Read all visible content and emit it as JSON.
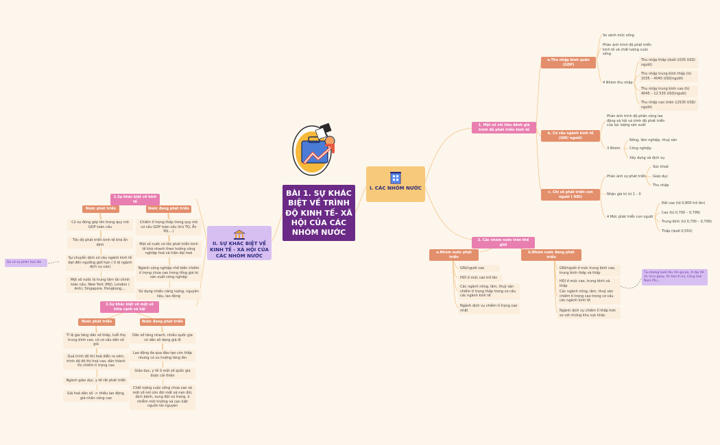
{
  "center": {
    "title": "BÀI 1. SỰ KHÁC BIỆT VỀ TRÌNH ĐỘ KINH TẾ- XÃ HỘI CỦA CÁC NHÓM NƯỚC"
  },
  "right": {
    "main": "I. CÁC NHÓM NƯỚC",
    "sec1": {
      "label": "1. Một số chỉ tiêu đánh giá trình độ phát triển kinh tế",
      "a": {
        "label": "a.Thu nhập bình quân (GDP)",
        "items": [
          "So sánh mức sống",
          "Phản ánh trình độ phát triển kinh tế và chất lượng cuộc sống"
        ],
        "group": "4 Nhóm thu nhập",
        "groups": [
          "Thu nhập thấp (dưới 1035 USD/ người)",
          "Thu nhập trung bình thấp (từ 1035 – 4045 USD/người)",
          "Thu nhập trung bình cao (từ 4045 – 12 535 USD/người)",
          "Thu nhập cao (trên 12535 USD/ người)"
        ]
      },
      "b": {
        "label": "b. Cơ cấu ngành kinh tế (GNI/ người)",
        "desc": "Phản ánh trình độ phân công lao động xã hội và trình độ phát triển của lực lượng sản xuất",
        "group": "3 Nhóm",
        "groups": [
          "Nông, lâm nghiệp, thuỷ sản",
          "Công nghiệp",
          "Xây dựng và dịch vụ"
        ]
      },
      "c": {
        "label": "c. Chỉ số phát triển con người ( HDI)",
        "reflect": "Phản ánh sự phát triển",
        "reflectItems": [
          "Sức khoẻ",
          "Giáo dục",
          "Thu nhập"
        ],
        "range": "Nhận giá trị từ 1 – 0",
        "group": "4 Mức phát triển con người",
        "groups": [
          "Rất cao (từ 0,800 trở lên)",
          "Cao (từ 0,700 – 0,799)",
          "Trung bình (từ 0,700 – 0,799)",
          "Thấp (dưới 0,550)"
        ]
      }
    },
    "sec2": {
      "label": "2. Các nhóm nước trên thế giới",
      "a": {
        "label": "a.Nhóm nước phát triển",
        "items": [
          "GNI/người cao",
          "HDI ở mức cao trở lên",
          "Các ngành nông, lâm, thuỷ sản chiếm tỉ trọng thấp trong cơ cấu các ngành kinh tế",
          "Ngành dịch vụ chiếm tỉ trọng cao nhất"
        ]
      },
      "b": {
        "label": "b.Nhóm nước đang phát triển",
        "items": [
          "GNI/người ở mức trung bình cao, trung bình thấp và thấp",
          "HDI ở mức cao, trung bình và thấp",
          "Các ngành nông, lâm, thuỷ sản chiếm tỉ trọng cao trong cơ cấu các ngành kinh tế",
          "Ngành dịch vụ chiếm tỉ thấp hơn so với những khu vực khác"
        ],
        "note": "Tiu đươug bươi tều Xin-ga-po, A-rập Xê-út, U-ru-goay, Ác-hen-ti-na, Cộng hoà Nam Phi,..."
      }
    }
  },
  "left": {
    "main": "II. SỰ KHÁC BIỆT VỀ KINH TẾ - XÃ HỘI CỦA CÁC NHÓM NƯỚC",
    "sec1": {
      "label": "1.Sự khác biệt về kinh tế",
      "dev": {
        "label": "Nước phát triển",
        "items": [
          "Có sự đóng góp lớn trong quy mô GDP toàn cầu",
          "Tốc độ phát triển kinh tế khá ổn định",
          "Sự chuyển dịch cơ cấu ngành kinh tế đạt đến ngưỡng giới hạn ( tỉ lệ ngành dịch vụ cao)",
          "Một số nước là trung tâm tài chính toàn cầu: New York (Mỹ), London ( Anh), Singapore, Hongkong,..."
        ],
        "note": "Do có sự phân hoá lớn"
      },
      "developing": {
        "label": "Nước đang phát triển",
        "items": [
          "Chiếm tỉ trọng thấp trong quy mô cơ cấu GDP toàn cầu (trừ TQ, Ấn Độ,...)",
          "Một số nước có tốc phát triển kinh tế khá nhanh theo hướng công nghiệp hoá và hiện đại hoá",
          "Ngành công nghiệp chế biến chiếm tỉ trọng chưa cao trong tổng giá trị sản xuất công nghiệp",
          "Sử dụng nhiều năng lượng, nguyên liệu, lao động"
        ]
      }
    },
    "sec2": {
      "label": "2.Sự khác biệt về một số khía cạnh xã hội",
      "dev": {
        "label": "Nước phát triển",
        "items": [
          "Tỉ lệ gia tăng dân số thấp, tuổi thọ trung bình cao, có cơ cấu dân số già",
          "Quá trình đô thị hoá diễn ra sớm, trình độ đô thị hoá cao, dân thành thị chiếm tỉ trọng cao",
          "Ngành giáo dục, y tế rất phát triển",
          "Giá hoá dân số -> thiếu lao động, giá nhân công cao"
        ]
      },
      "developing": {
        "label": "Nước đang phát triển",
        "items": [
          "Dân số tăng nhanh, nhiều quốc gia có dân số đang già đi",
          "Lao động đa qua đào tạo còn thấp nhưng có xu hướng tăng lên",
          "Giáo dục, y tế ở một số quốc gia được cải thiện",
          "Chất lượng cuộc sống chưa cao và một số nơi còn đói mất vệ nan đói, dịch bệnh, xung đột vũ trang, ô nhiễm môi trường và cạn kiệt nguồn tài nguyên"
        ]
      }
    }
  }
}
